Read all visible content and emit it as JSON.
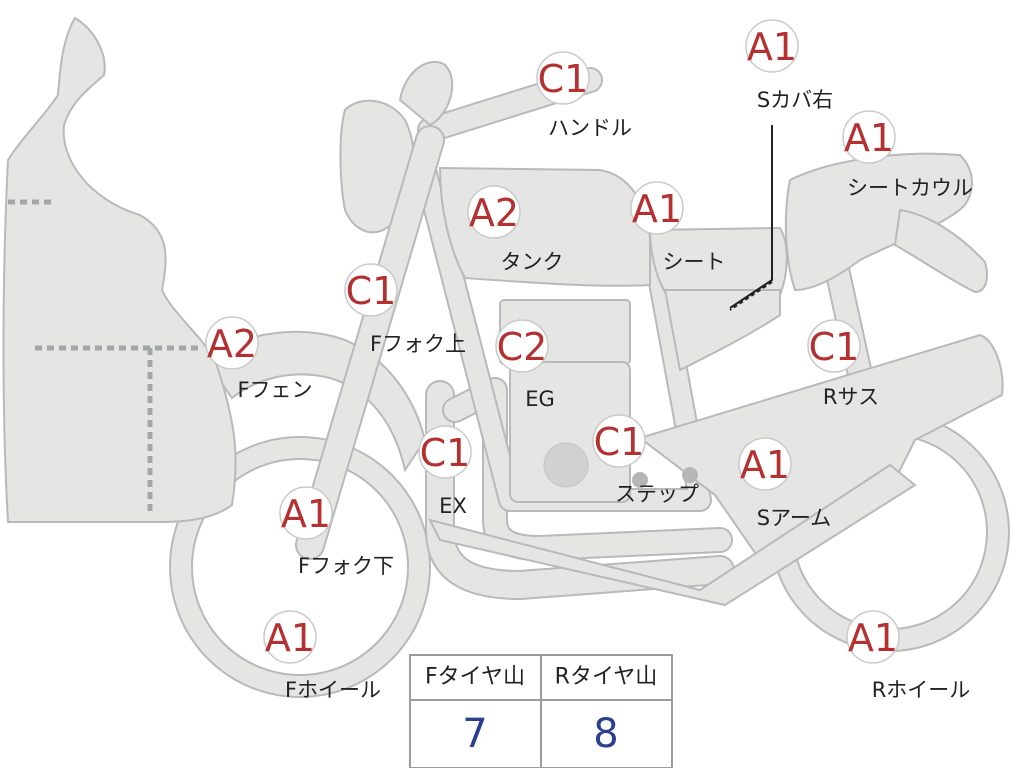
{
  "parts": [
    {
      "key": "handle",
      "grade": "C1",
      "label": "ハンドル"
    },
    {
      "key": "s-cover-right",
      "grade": "A1",
      "label": "Sカバ右"
    },
    {
      "key": "seat-cowl",
      "grade": "A1",
      "label": "シートカウル"
    },
    {
      "key": "tank",
      "grade": "A2",
      "label": "タンク"
    },
    {
      "key": "seat",
      "grade": "A1",
      "label": "シート"
    },
    {
      "key": "f-fork-upper",
      "grade": "C1",
      "label": "Fフォク上"
    },
    {
      "key": "engine",
      "grade": "C2",
      "label": "EG"
    },
    {
      "key": "r-suspension",
      "grade": "C1",
      "label": "Rサス"
    },
    {
      "key": "f-fender",
      "grade": "A2",
      "label": "Fフェン"
    },
    {
      "key": "exhaust",
      "grade": "C1",
      "label": "EX"
    },
    {
      "key": "step",
      "grade": "C1",
      "label": "ステップ"
    },
    {
      "key": "swing-arm",
      "grade": "A1",
      "label": "Sアーム"
    },
    {
      "key": "f-fork-lower",
      "grade": "A1",
      "label": "Fフォク下"
    },
    {
      "key": "f-wheel",
      "grade": "A1",
      "label": "Fホイール"
    },
    {
      "key": "r-wheel",
      "grade": "A1",
      "label": "Rホイール"
    }
  ],
  "tire_table": {
    "headers": [
      "Fタイヤ山",
      "Rタイヤ山"
    ],
    "values": [
      "7",
      "8"
    ]
  },
  "colors": {
    "grade": "#b53030",
    "tire_value": "#2b3f8f",
    "part_fill": "#e5e5e3",
    "part_stroke": "#b8b9bb"
  }
}
